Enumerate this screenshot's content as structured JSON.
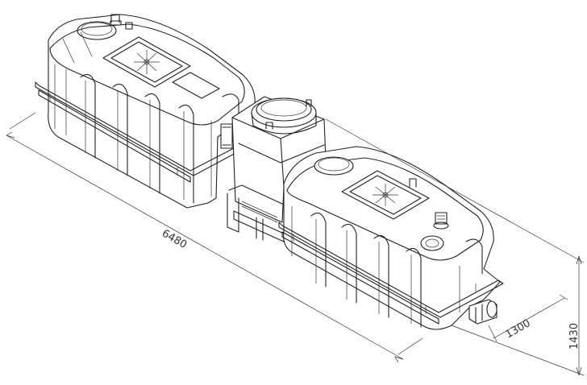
{
  "dimensions": {
    "length": "6480",
    "width": "1300",
    "height": "1430"
  }
}
